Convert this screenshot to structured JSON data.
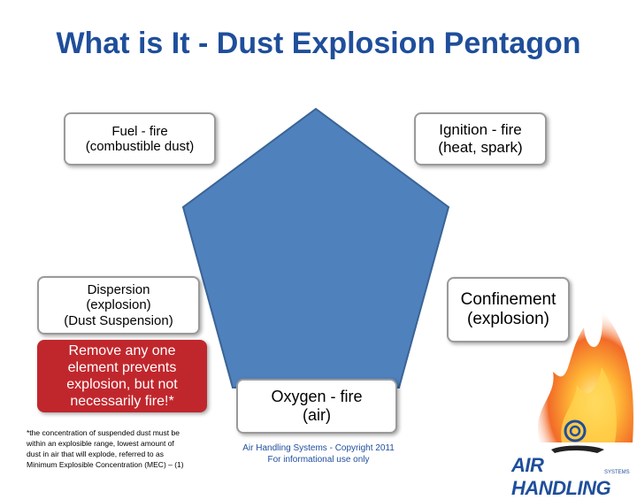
{
  "title": "What is It - Dust Explosion Pentagon",
  "colors": {
    "title": "#1f4e9b",
    "pentagon": "#4f81bd",
    "warning": "#c0272d"
  },
  "nodes": {
    "fuel": [
      "Fuel - fire",
      "(combustible dust)"
    ],
    "ignition": [
      "Ignition - fire",
      "(heat, spark)"
    ],
    "dispersion": [
      "Dispersion",
      "(explosion)",
      "(Dust Suspension)"
    ],
    "confinement": [
      "Confinement",
      "(explosion)"
    ],
    "oxygen": [
      "Oxygen - fire",
      "(air)"
    ]
  },
  "warning": [
    "Remove any one",
    "element prevents",
    "explosion, but not",
    "necessarily fire!*"
  ],
  "footnote": [
    "*the concentration of suspended dust must be",
    "within an explosible range, lowest amount of",
    "dust in air that will explode, referred to as",
    "Minimum Explosible Concentration (MEC) – (1)"
  ],
  "copyright": [
    "Air Handling Systems - Copyright 2011",
    "For informational use only"
  ],
  "logo": {
    "name": "AIR HANDLING",
    "sub": "SYSTEMS",
    "icon": "swirl-hand-icon"
  },
  "decoration": {
    "fire_icon": "flame-image-icon"
  }
}
